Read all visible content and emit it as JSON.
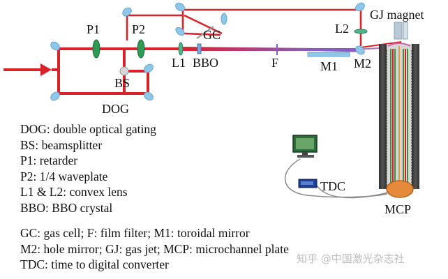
{
  "labels": {
    "p1": "P1",
    "p2": "P2",
    "gc": "GC",
    "l1": "L1",
    "bbo": "BBO",
    "bs": "BS",
    "dog": "DOG",
    "f": "F",
    "m1": "M1",
    "m2": "M2",
    "l2": "L2",
    "gj_magnet": "GJ magnet",
    "tdc": "TDC",
    "mcp": "MCP"
  },
  "legend_left": [
    "DOG: double optical gating",
    "BS: beamsplitter",
    "P1: retarder",
    "P2: 1/4 waveplate",
    "L1 & L2: convex lens",
    "BBO: BBO crystal"
  ],
  "legend_bottom": [
    "GC: gas cell; F: film filter; M1: toroidal mirror",
    "M2: hole mirror; GJ: gas jet; MCP: microchannel plate",
    "TDC: time to digital converter"
  ],
  "watermark": "知乎 @中国激光杂志社",
  "colors": {
    "laser": "#d9232b",
    "xuv": "#8a5cc7",
    "optic": "#8ec7ea",
    "waveplate": "#2e9a54",
    "tube": "#3a3a3a",
    "mcp": "#e5893a"
  }
}
